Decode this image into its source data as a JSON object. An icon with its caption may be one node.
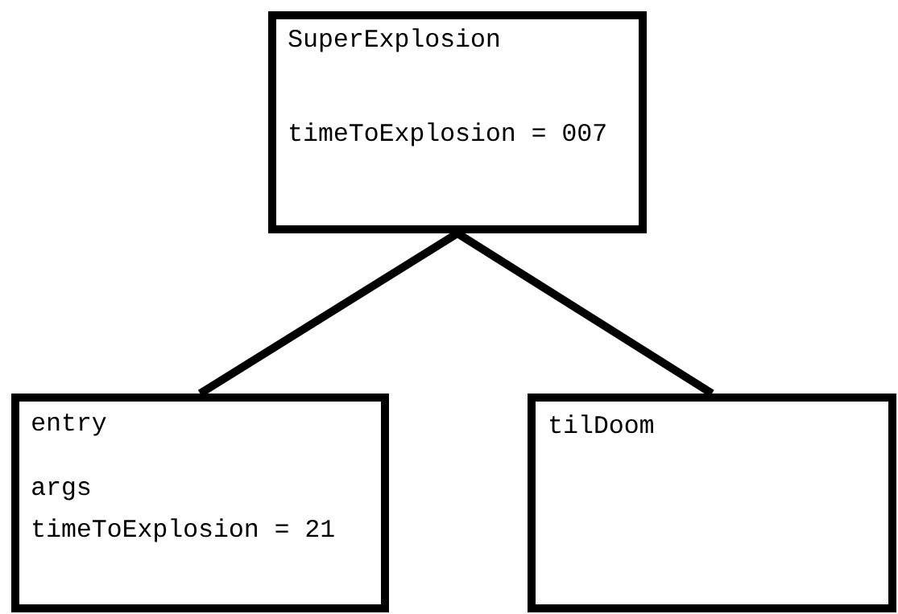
{
  "diagram": {
    "nodes": [
      {
        "text": [
          "SuperExplosion",
          "timeToExplosion = 007"
        ]
      },
      {
        "text": [
          "entry",
          "args",
          "timeToExplosion = 21"
        ]
      },
      {
        "text": [
          "tilDoom"
        ]
      }
    ],
    "edges": [
      {
        "from": 0,
        "to": 1,
        "arrow": "none"
      },
      {
        "from": 0,
        "to": 2,
        "arrow": "none"
      }
    ]
  }
}
